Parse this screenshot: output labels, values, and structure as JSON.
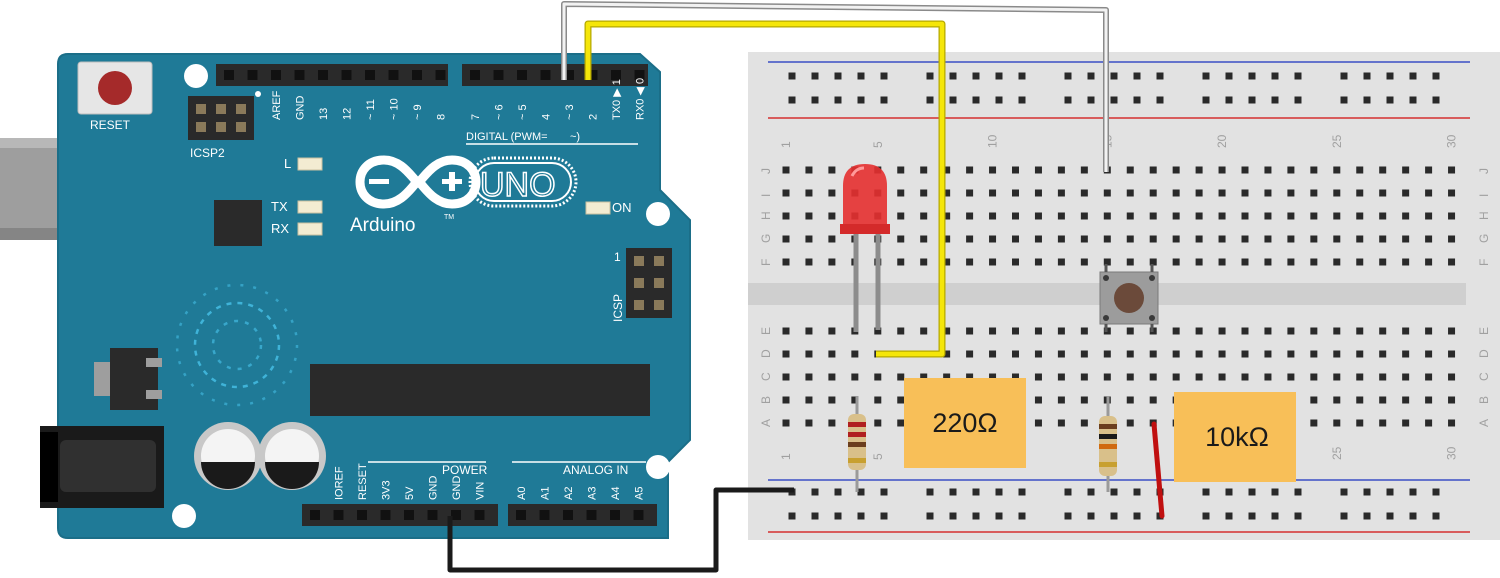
{
  "board": {
    "reset_label": "RESET",
    "icsp2_label": "ICSP2",
    "icsp_label": "ICSP",
    "icsp_pin1": "1",
    "led_l_label": "L",
    "led_tx_label": "TX",
    "led_rx_label": "RX",
    "on_label": "ON",
    "logo_text": "UNO",
    "brand_text": "Arduino",
    "tm_mark": "TM",
    "digital_label": "DIGITAL (PWM=",
    "digital_label_tilde": "~)",
    "power_label": "POWER",
    "analog_label": "ANALOG IN",
    "digital_pins": [
      "AREF",
      "GND",
      "13",
      "12",
      "~ 11",
      "~ 10",
      "~ 9",
      "8",
      "7",
      "~ 6",
      "~ 5",
      "4",
      "~ 3",
      "2",
      "TX0 ▶ 1",
      "RX0 ◀ 0"
    ],
    "power_pins": [
      "IOREF",
      "RESET",
      "3V3",
      "5V",
      "GND",
      "GND",
      "VIN"
    ],
    "analog_pins": [
      "A0",
      "A1",
      "A2",
      "A3",
      "A4",
      "A5"
    ]
  },
  "breadboard": {
    "columns": 30,
    "column_numbers_shown": [
      "1",
      "5",
      "10",
      "15",
      "20",
      "25",
      "30"
    ],
    "top_rows": [
      "J",
      "I",
      "H",
      "G",
      "F"
    ],
    "bottom_rows": [
      "E",
      "D",
      "C",
      "B",
      "A"
    ]
  },
  "components": {
    "resistor_1_label": "220Ω",
    "resistor_2_label": "10kΩ"
  },
  "colors": {
    "board": "#1f7a97",
    "board_edge": "#1b6e88",
    "header": "#2a2a2a",
    "wire_yellow": "#f5e60a",
    "wire_white": "#d9d9d9",
    "wire_black": "#1a1a1a",
    "wire_red": "#c01010",
    "label_box": "#f8bf58",
    "breadboard": "#e2e2e2",
    "rail_red": "#d43030",
    "rail_blue": "#3a4ec4"
  }
}
